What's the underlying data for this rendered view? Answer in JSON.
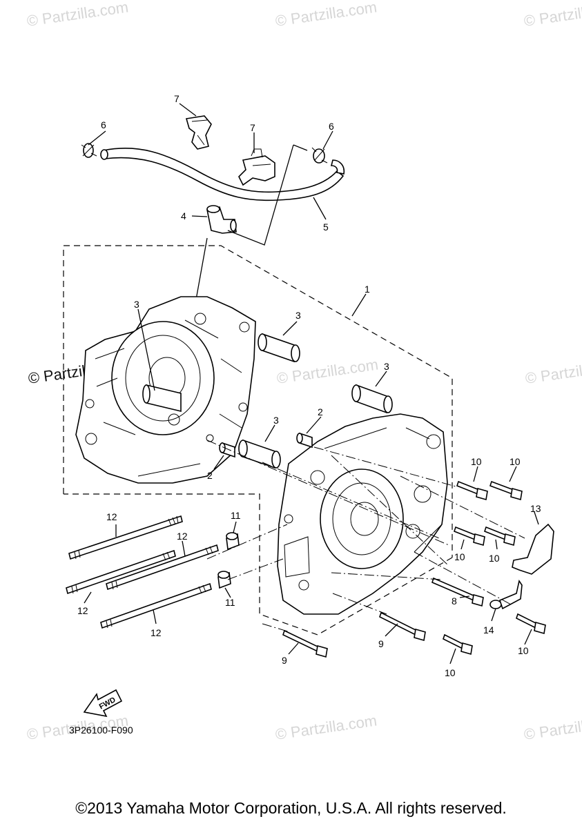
{
  "watermark": {
    "text": "© Partzilla.com"
  },
  "diagram": {
    "code": "3P26100-F090",
    "fwd_label": "FWD",
    "callouts": {
      "c1": "1",
      "c2a": "2",
      "c2b": "2",
      "c3a": "3",
      "c3b": "3",
      "c3c": "3",
      "c3d": "3",
      "c4": "4",
      "c5": "5",
      "c6a": "6",
      "c6b": "6",
      "c7a": "7",
      "c7b": "7",
      "c8": "8",
      "c9a": "9",
      "c9b": "9",
      "c10a": "10",
      "c10b": "10",
      "c10c": "10",
      "c10d": "10",
      "c10e": "10",
      "c10f": "10",
      "c11a": "11",
      "c11b": "11",
      "c12a": "12",
      "c12b": "12",
      "c12c": "12",
      "c12d": "12",
      "c13": "13",
      "c14": "14"
    }
  },
  "footer": {
    "copyright": "©2013 Yamaha Motor Corporation, U.S.A. All rights reserved."
  }
}
